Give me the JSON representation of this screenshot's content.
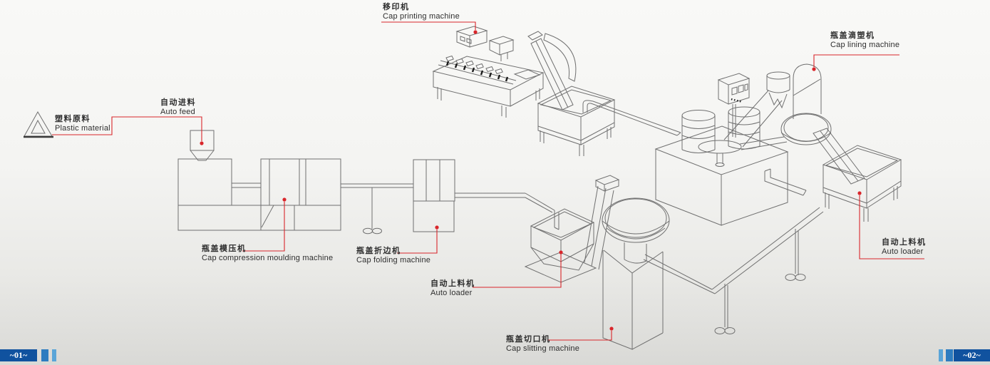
{
  "page": {
    "left_page_number": "~01~",
    "right_page_number": "~02~"
  },
  "colors": {
    "leader_red": "#d9262b",
    "line_gray": "#707070",
    "badge_blue": "#10529f",
    "bar_medium_blue": "#2d7cc0",
    "bar_light_blue": "#5aa5d8",
    "background_top": "#f9f9f7",
    "background_bottom": "#d9d9d6"
  },
  "labels": {
    "plastic_material": {
      "zh": "塑料原料",
      "en": "Plastic material"
    },
    "auto_feed": {
      "zh": "自动进料",
      "en": "Auto feed"
    },
    "cap_printing": {
      "zh": "移印机",
      "en": "Cap printing machine"
    },
    "cap_lining": {
      "zh": "瓶盖滴塑机",
      "en": "Cap lining machine"
    },
    "cap_compression": {
      "zh": "瓶盖模压机",
      "en": "Cap compression moulding machine"
    },
    "cap_folding": {
      "zh": "瓶盖折边机",
      "en": "Cap folding machine"
    },
    "auto_loader_mid": {
      "zh": "自动上料机",
      "en": "Auto loader"
    },
    "cap_slitting": {
      "zh": "瓶盖切口机",
      "en": "Cap slitting machine"
    },
    "auto_loader_right": {
      "zh": "自动上料机",
      "en": "Auto loader"
    }
  }
}
